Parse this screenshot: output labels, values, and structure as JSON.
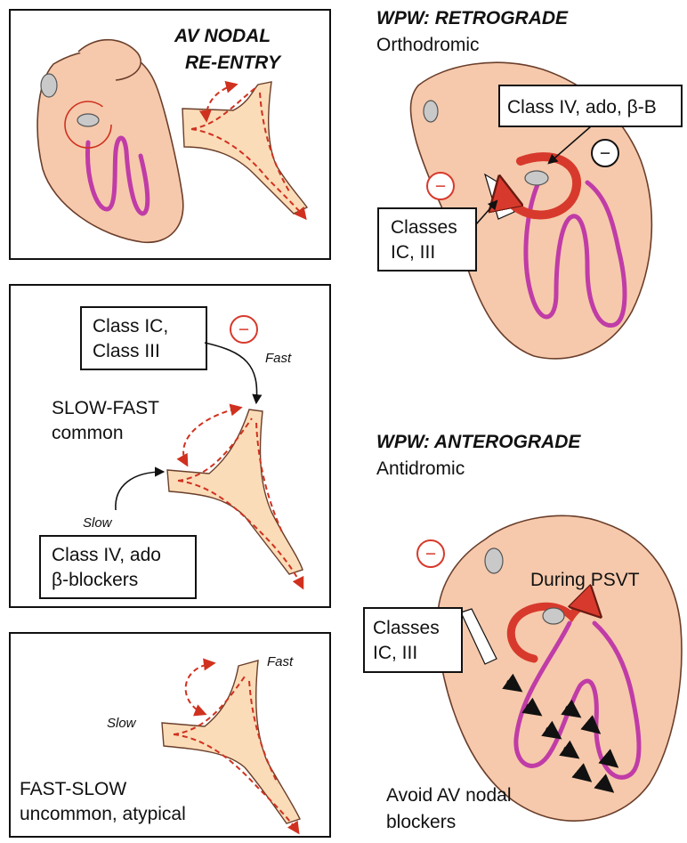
{
  "colors": {
    "heart_fill": "#f6c9ac",
    "heart_stroke": "#6a3e2a",
    "node_fill": "#fbdcb8",
    "purkinje": "#c03ca7",
    "pathway": "#d0311f",
    "block_red": "#d73a2c",
    "arrow_black": "#111111"
  },
  "panels": {
    "av_nodal": {
      "title_line1": "AV NODAL",
      "title_line2": "RE-ENTRY"
    },
    "slow_fast": {
      "drug_box_top_line1": "Class IC,",
      "drug_box_top_line2": "Class III",
      "fast_label": "Fast",
      "type_line1": "SLOW-FAST",
      "type_line2": "common",
      "slow_label": "Slow",
      "drug_box_bottom_line1": "Class IV, ado",
      "drug_box_bottom_line2": "β-blockers",
      "block_symbol": "−"
    },
    "fast_slow": {
      "fast_label": "Fast",
      "slow_label": "Slow",
      "type_line1": "FAST-SLOW",
      "type_line2": "uncommon, atypical"
    },
    "wpw_retrograde": {
      "title": "WPW: RETROGRADE",
      "subtitle": "Orthodromic",
      "drug_box_top": "Class IV, ado, β-B",
      "drug_box_left_line1": "Classes",
      "drug_box_left_line2": "IC, III",
      "block_symbol": "−"
    },
    "wpw_anterograde": {
      "title": "WPW: ANTEROGRADE",
      "subtitle": "Antidromic",
      "during_label": "During PSVT",
      "drug_box_left_line1": "Classes",
      "drug_box_left_line2": "IC, III",
      "avoid_line1": "Avoid AV nodal",
      "avoid_line2": "blockers",
      "block_symbol": "−"
    }
  }
}
